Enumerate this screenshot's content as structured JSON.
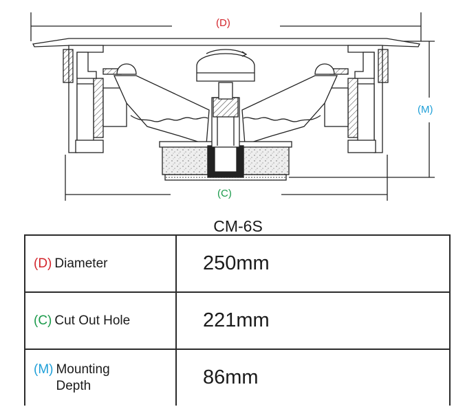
{
  "diagram": {
    "dimension_d": "(D)",
    "dimension_c": "(C)",
    "dimension_m": "(M)"
  },
  "colors": {
    "d": "#d3242b",
    "c": "#1a9a4a",
    "m": "#1e9fd8"
  },
  "model": "CM-6S",
  "specs": [
    {
      "code": "(D)",
      "name": "Diameter",
      "value": "250mm"
    },
    {
      "code": "(C)",
      "name": "Cut Out Hole",
      "value": "221mm"
    },
    {
      "code": "(M)",
      "name_line1": "Mounting",
      "name_line2": "Depth",
      "value": "86mm"
    }
  ]
}
